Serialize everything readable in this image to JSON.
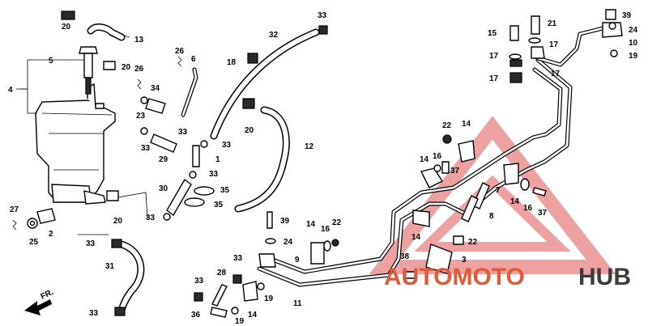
{
  "diagram": {
    "callouts": {
      "c2": "2",
      "c3": "3",
      "c4": "4",
      "c5": "5",
      "c6": "6",
      "c7": "7",
      "c8": "8",
      "c9": "9",
      "c10": "10",
      "c11": "11",
      "c12": "12",
      "c13": "13",
      "c14a": "14",
      "c14b": "14",
      "c14c": "14",
      "c14d": "14",
      "c14e": "14",
      "c14f": "14",
      "c15": "15",
      "c16a": "16",
      "c16b": "16",
      "c16c": "16",
      "c17a": "17",
      "c17b": "17",
      "c17c": "17",
      "c17d": "17",
      "c18": "18",
      "c19a": "19",
      "c19b": "19",
      "c20a": "20",
      "c20b": "20",
      "c20c": "20",
      "c20d": "20",
      "c21": "21",
      "c22a": "22",
      "c22b": "22",
      "c22c": "22",
      "c23": "23",
      "c24a": "24",
      "c24b": "24",
      "c25": "25",
      "c26a": "26",
      "c26b": "26",
      "c27": "27",
      "c28": "28",
      "c29": "29",
      "c30": "30",
      "c31": "31",
      "c32": "32",
      "c33a": "33",
      "c33b": "33",
      "c33c": "33",
      "c33d": "33",
      "c33e": "33",
      "c33f": "33",
      "c33g": "33",
      "c33h": "33",
      "c34": "34",
      "c35a": "35",
      "c35b": "35",
      "c36": "36",
      "c37a": "37",
      "c37b": "37",
      "c38": "38",
      "c39a": "39",
      "c39b": "39",
      "c1": "1"
    },
    "direction_label": "FR.",
    "direction_icon": "arrow-front-icon"
  },
  "watermark": {
    "brand_auto": "AUTOMOTO",
    "brand_hub": "HUB",
    "color_auto": "#e05a3a",
    "color_hub": "#3c3c3c",
    "triangle_color": "#de5454"
  }
}
